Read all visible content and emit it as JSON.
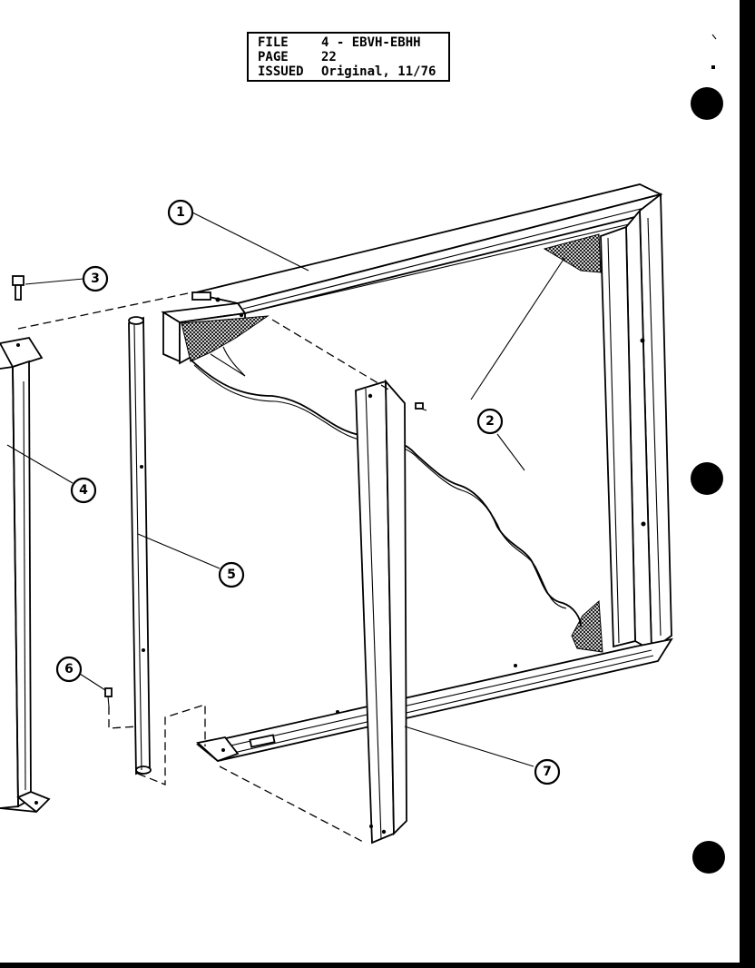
{
  "header_block": {
    "rows": [
      {
        "key": "FILE",
        "value": "4 - EBVH-EBHH"
      },
      {
        "key": "PAGE",
        "value": "22"
      },
      {
        "key": "ISSUED",
        "value": "Original, 11/76"
      }
    ]
  },
  "callouts": {
    "c1": "1",
    "c2": "2",
    "c3": "3",
    "c4": "4",
    "c5": "5",
    "c6": "6",
    "c7": "7"
  }
}
